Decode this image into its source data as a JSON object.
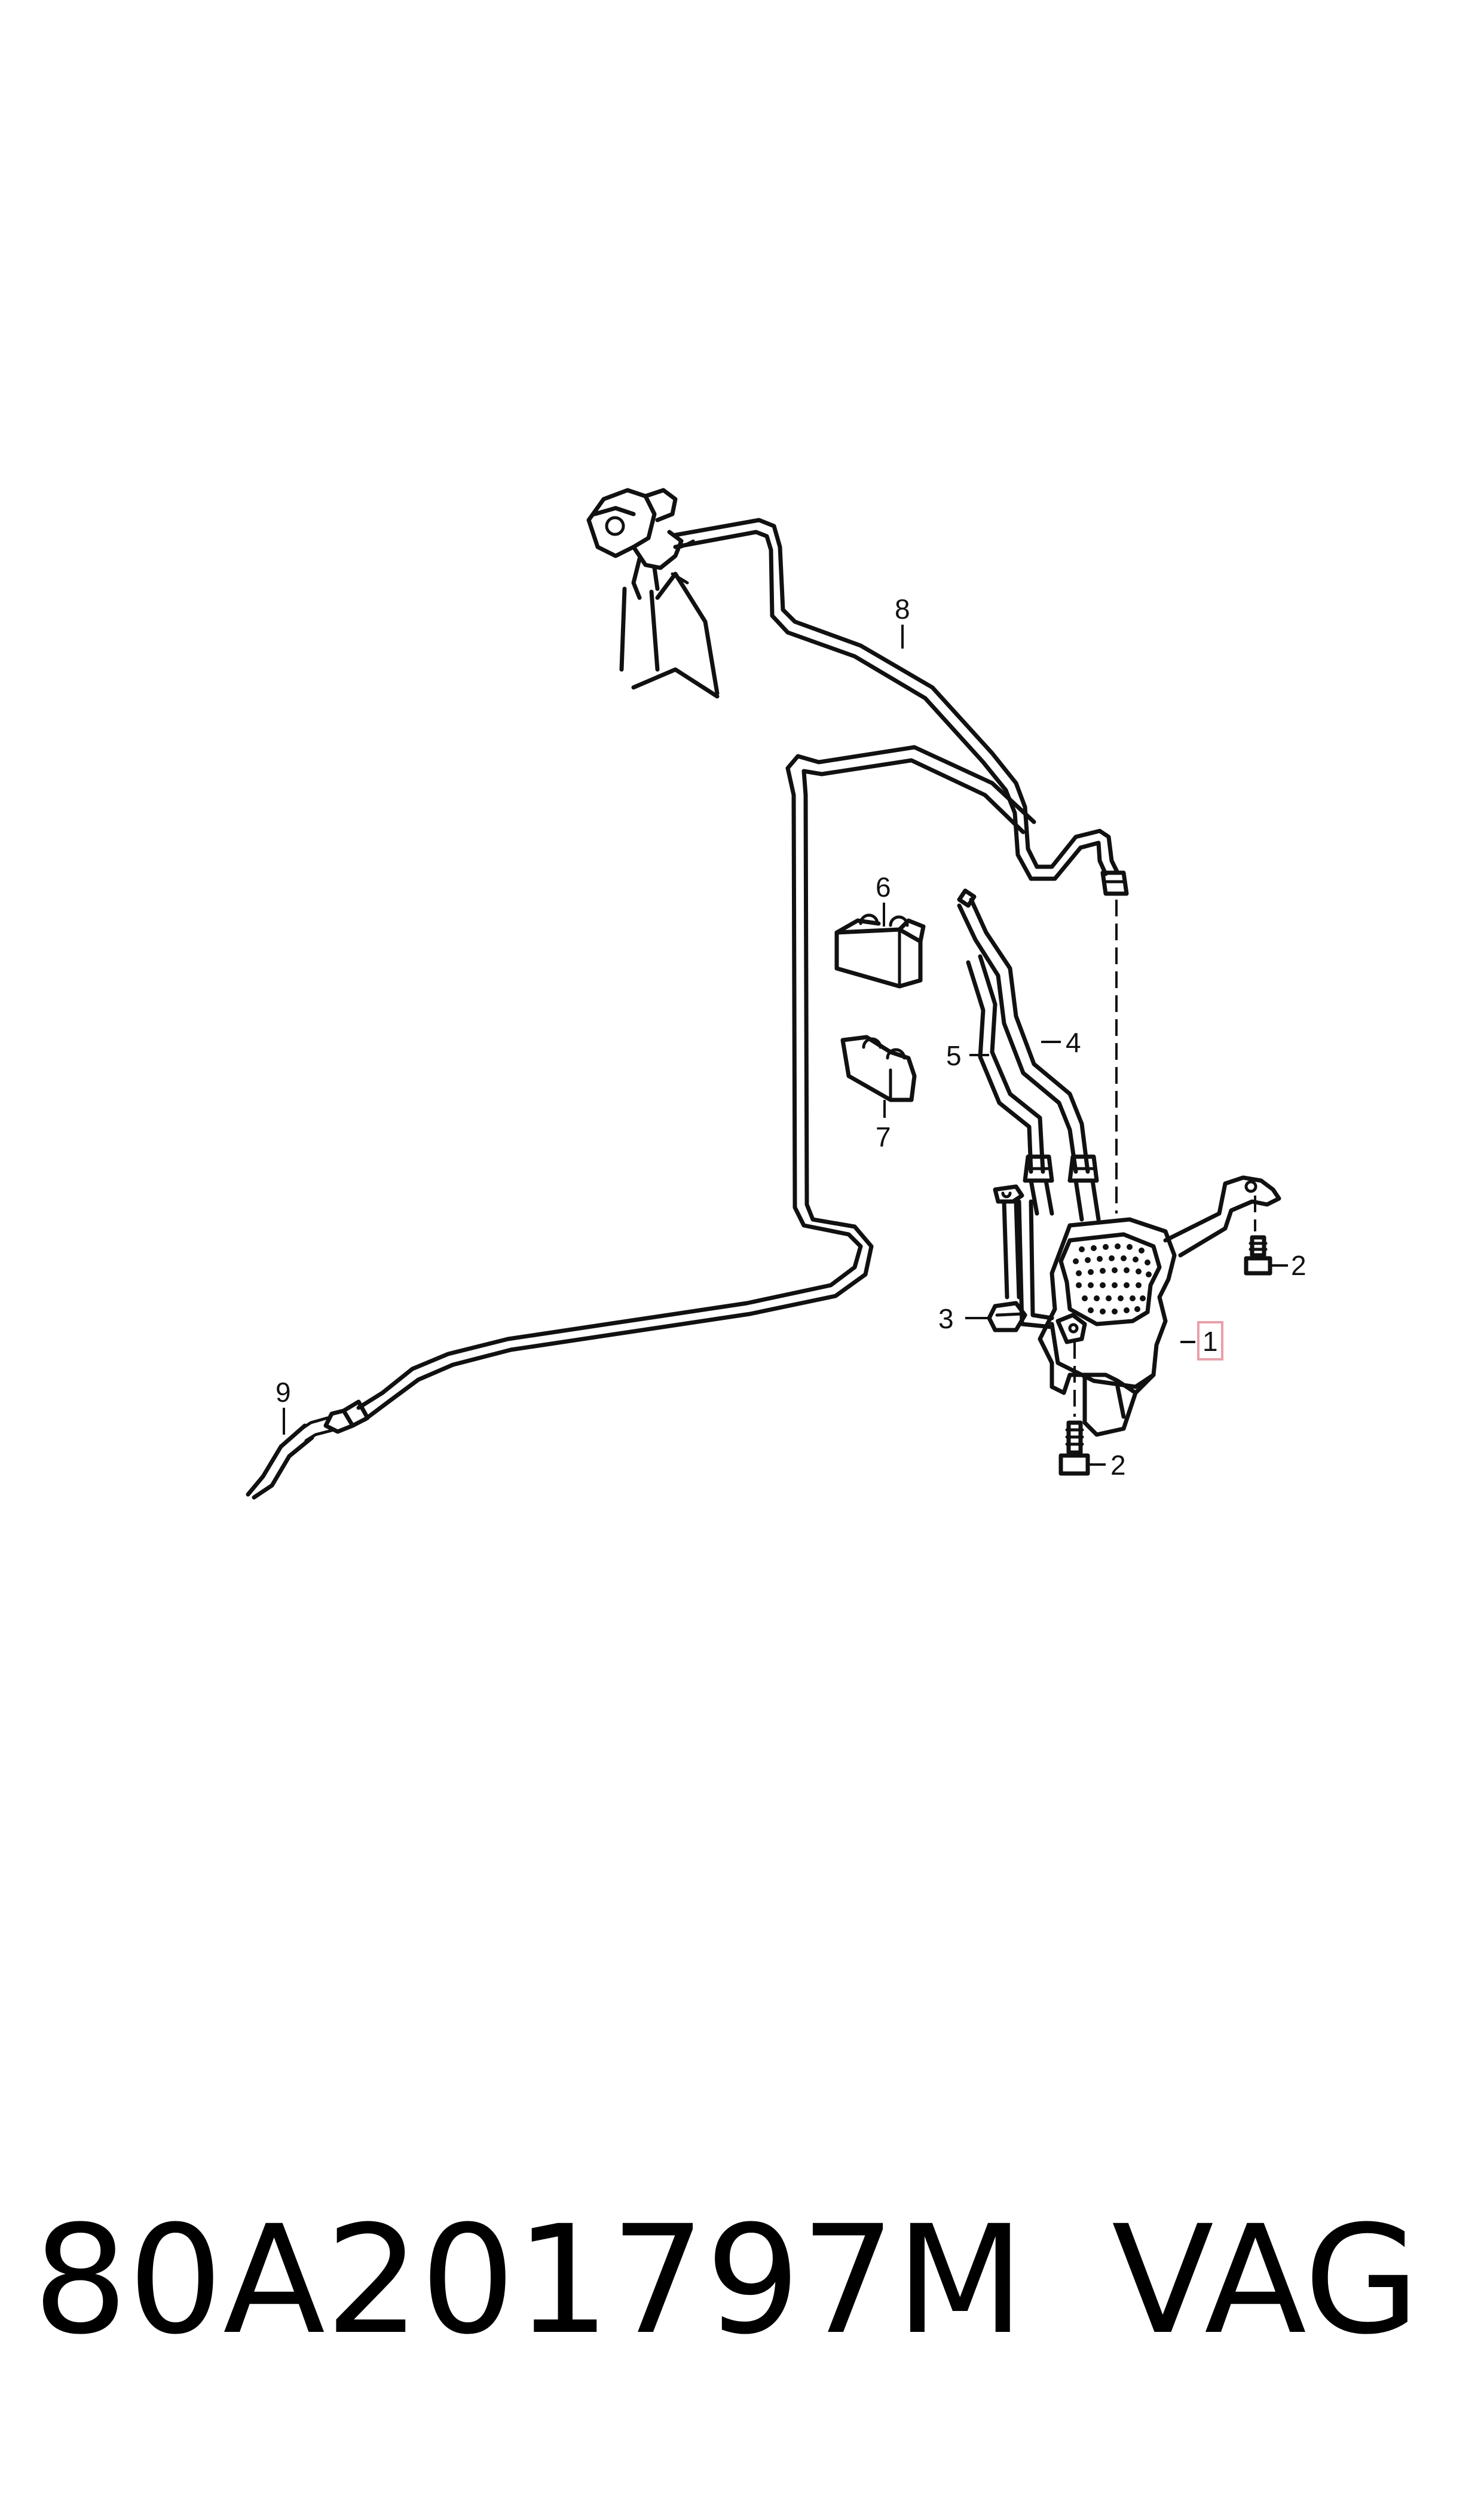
{
  "callouts": {
    "c1": "1",
    "c2a": "2",
    "c2b": "2",
    "c3": "3",
    "c4": "4",
    "c5": "5",
    "c6": "6",
    "c7": "7",
    "c8": "8",
    "c9": "9"
  },
  "highlight_color": "#e8a0a8",
  "footer": {
    "part_number": "80A201797M",
    "brand": "VAG"
  }
}
